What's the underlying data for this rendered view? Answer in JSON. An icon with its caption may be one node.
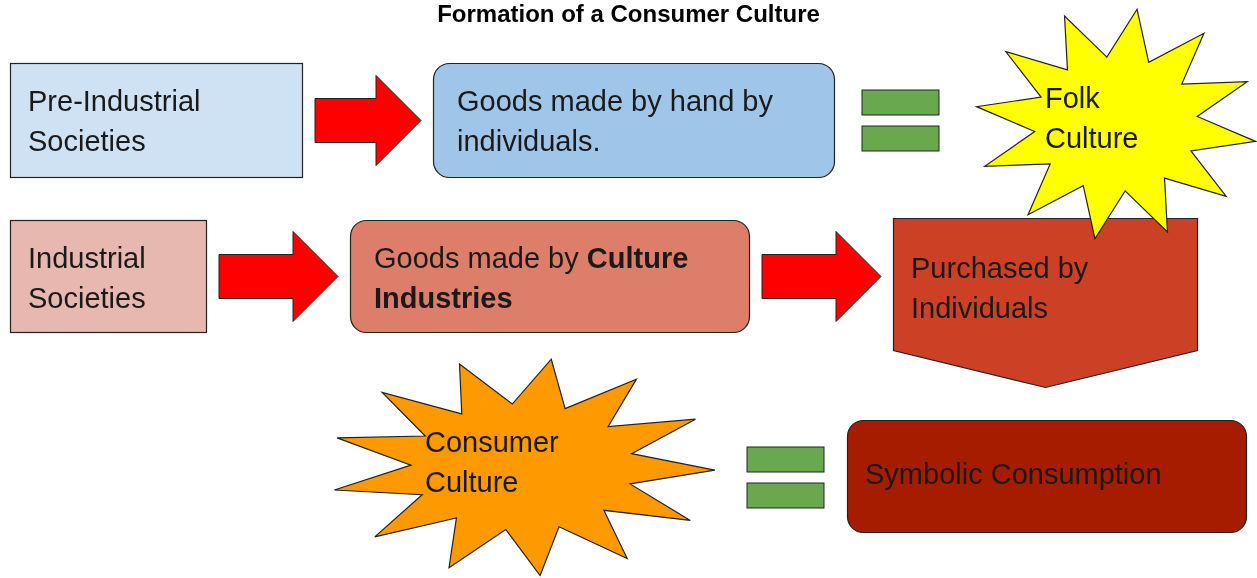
{
  "diagram": {
    "title": "Formation of a Consumer Culture",
    "nodes": [
      {
        "text": [
          "Pre-Industrial Societies"
        ]
      },
      {
        "text": [
          "Goods made by hand by individuals."
        ]
      },
      {
        "text": [
          "Folk Culture"
        ]
      },
      {
        "text": [
          "Industrial Societies"
        ]
      },
      {
        "text": [
          "Goods made by **Culture Industries**"
        ]
      },
      {
        "text": [
          "Purchased by Individuals"
        ]
      },
      {
        "text": [
          "Consumer Culture"
        ]
      },
      {
        "text": [
          "Symbolic Consumption"
        ]
      }
    ],
    "edges": [
      {
        "from": 0,
        "to": 1,
        "arrow": "to"
      },
      {
        "from": 3,
        "to": 4,
        "arrow": "to"
      },
      {
        "from": 4,
        "to": 5,
        "arrow": "to"
      }
    ]
  }
}
